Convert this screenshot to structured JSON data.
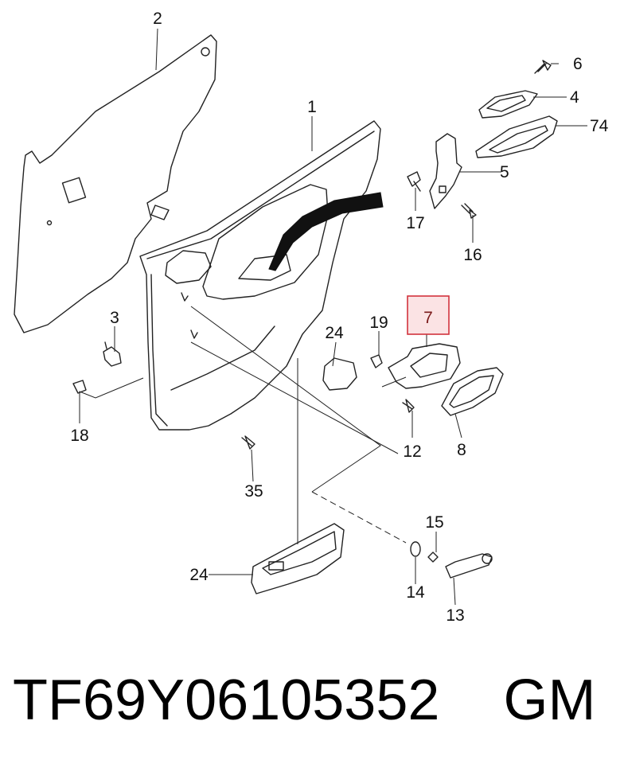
{
  "callouts": {
    "c1": "1",
    "c2": "2",
    "c3": "3",
    "c4": "4",
    "c5": "5",
    "c6": "6",
    "c7": "7",
    "c8": "8",
    "c12": "12",
    "c13": "13",
    "c14": "14",
    "c15": "15",
    "c16": "16",
    "c17": "17",
    "c18": "18",
    "c19": "19",
    "c24a": "24",
    "c24b": "24",
    "c35": "35",
    "c74": "74"
  },
  "highlight": {
    "color": "#d2333d",
    "fill": "#fbe3e4"
  },
  "caption": {
    "part_number": "TF69Y06105352",
    "brand": "GM"
  }
}
